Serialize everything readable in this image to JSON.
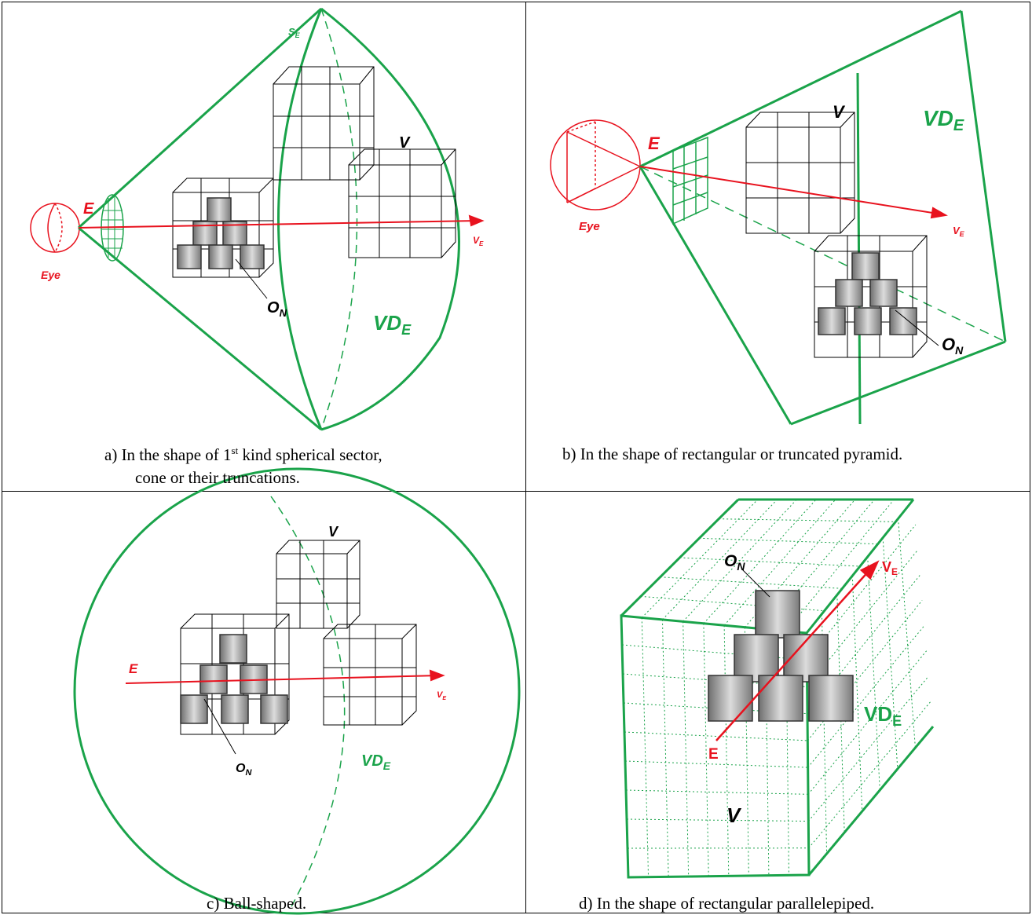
{
  "panels": {
    "a": {
      "labels": {
        "eye": "Eye",
        "e": "E",
        "se_main": "S",
        "se_sub": "E",
        "v": "V",
        "ve_main": "V",
        "ve_sub": "E",
        "on_main": "O",
        "on_sub": "N",
        "vd_main": "VD",
        "vd_sub": "E"
      },
      "caption_line1_pre": "a)  In the shape of 1",
      "caption_sup": "st",
      "caption_line1_post": " kind spherical sector,",
      "caption_line2": "cone or  their truncations."
    },
    "b": {
      "labels": {
        "eye": "Eye",
        "e": "E",
        "v": "V",
        "ve_main": "V",
        "ve_sub": "E",
        "on_main": "O",
        "on_sub": "N",
        "vd_main": "VD",
        "vd_sub": "E"
      },
      "caption": "b) In the shape of rectangular or truncated pyramid."
    },
    "c": {
      "labels": {
        "e": "E",
        "v": "V",
        "ve_main": "V",
        "ve_sub": "E",
        "on_main": "O",
        "on_sub": "N",
        "vd_main": "VD",
        "vd_sub": "E"
      },
      "caption": "c) Ball-shaped."
    },
    "d": {
      "labels": {
        "e": "E",
        "v": "V",
        "ve_main": "V",
        "ve_sub": "E",
        "on_main": "O",
        "on_sub": "N",
        "vd_main": "VD",
        "vd_sub": "E"
      },
      "caption": "d) In the shape of rectangular parallelepiped."
    }
  },
  "colors": {
    "green": "#1aa34a",
    "red": "#e8121e",
    "black": "#000000",
    "cube_gray": "#9a9a9a"
  }
}
